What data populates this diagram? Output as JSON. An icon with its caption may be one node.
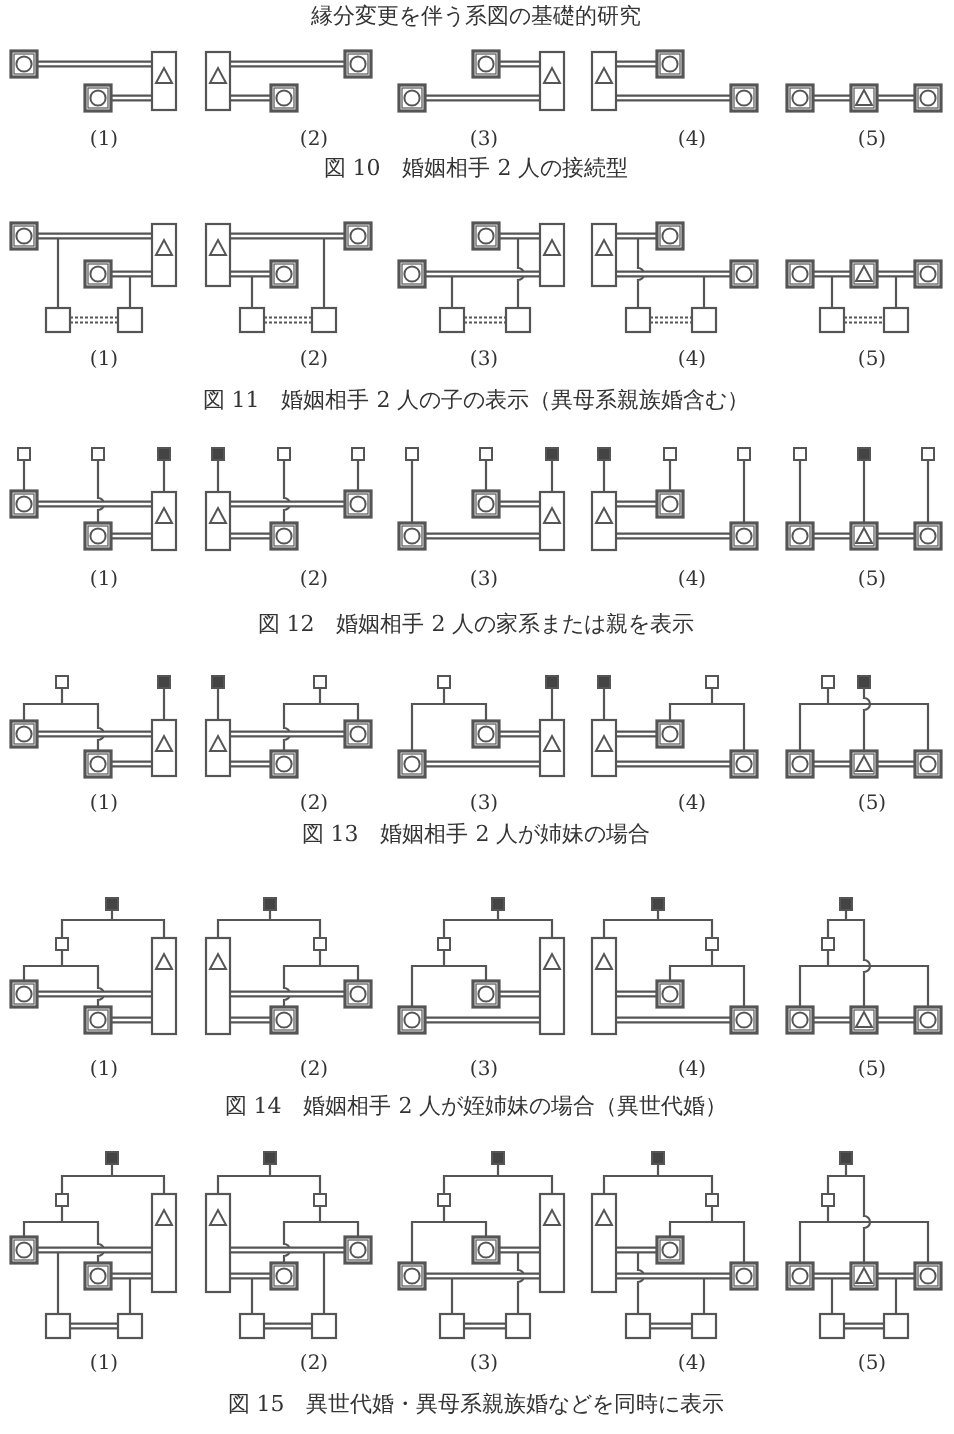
{
  "diagram": {
    "labels": [
      "縁分変更を伴う系図の基礎的研究",
      "(1)",
      "(2)",
      "(3)",
      "(4)",
      "(5)",
      "図 10　婚姻相手 2 人の接続型",
      "(1)",
      "(2)",
      "(3)",
      "(4)",
      "(5)",
      "図 11　婚姻相手 2 人の子の表示（異母系親族婚含む）",
      "(1)",
      "(2)",
      "(3)",
      "(4)",
      "(5)",
      "図 12　婚姻相手 2 人の家系または親を表示",
      "(1)",
      "(2)",
      "(3)",
      "(4)",
      "(5)",
      "図 13　婚姻相手 2 人が姉妹の場合",
      "(1)",
      "(2)",
      "(3)",
      "(4)",
      "(5)",
      "図 14　婚姻相手 2 人が姪姉妹の場合（異世代婚）",
      "(1)",
      "(2)",
      "(3)",
      "(4)",
      "(5)",
      "図 15　異世代婚・異母系親族婚などを同時に表示"
    ]
  }
}
